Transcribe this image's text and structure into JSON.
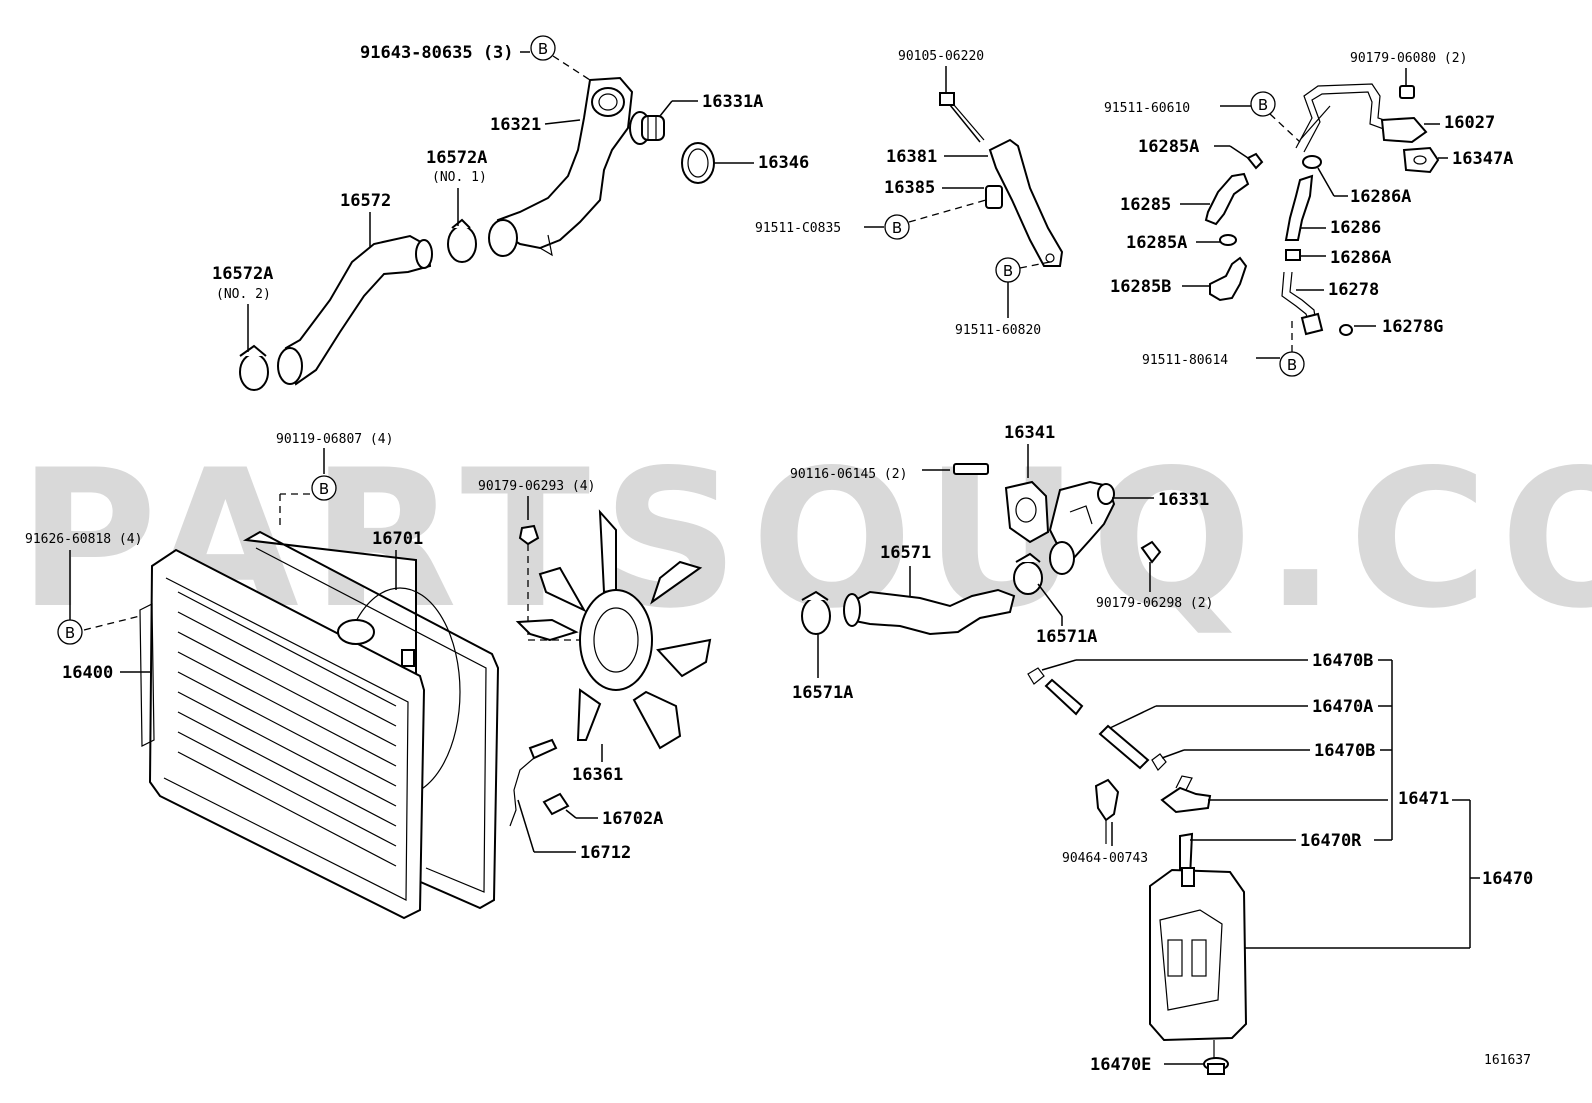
{
  "watermark": "PARTSOUQ.COM",
  "diagram_id": "161637",
  "ref_symbol": "B",
  "labels": {
    "p91643": "91643-80635 (3)",
    "p16331A": "16331A",
    "p16321": "16321",
    "p16346": "16346",
    "p16572A_1": "16572A",
    "no1": "(NO. 1)",
    "p16572": "16572",
    "p16572A_2": "16572A",
    "no2": "(NO. 2)",
    "p90105": "90105-06220",
    "p16381": "16381",
    "p16385": "16385",
    "p91511C": "91511-C0835",
    "p91511_60820": "91511-60820",
    "p90179_06080": "90179-06080 (2)",
    "p91511_60610": "91511-60610",
    "p16027": "16027",
    "p16285A_1": "16285A",
    "p16347A": "16347A",
    "p16286A_1": "16286A",
    "p16285": "16285",
    "p16286": "16286",
    "p16285A_2": "16285A",
    "p16286A_2": "16286A",
    "p16285B": "16285B",
    "p16278": "16278",
    "p16278G": "16278G",
    "p91511_80614": "91511-80614",
    "p90119": "90119-06807 (4)",
    "p90179_06293": "90179-06293 (4)",
    "p91626": "91626-60818 (4)",
    "p16701": "16701",
    "p16400": "16400",
    "p16361": "16361",
    "p16702A": "16702A",
    "p16712": "16712",
    "p16341": "16341",
    "p90116": "90116-06145 (2)",
    "p16331": "16331",
    "p16571": "16571",
    "p90179_06298": "90179-06298 (2)",
    "p16571A_1": "16571A",
    "p16571A_2": "16571A",
    "p16470B_1": "16470B",
    "p16470A": "16470A",
    "p16470B_2": "16470B",
    "p16471": "16471",
    "p16470R": "16470R",
    "p90464": "90464-00743",
    "p16470": "16470",
    "p16470E": "16470E"
  }
}
